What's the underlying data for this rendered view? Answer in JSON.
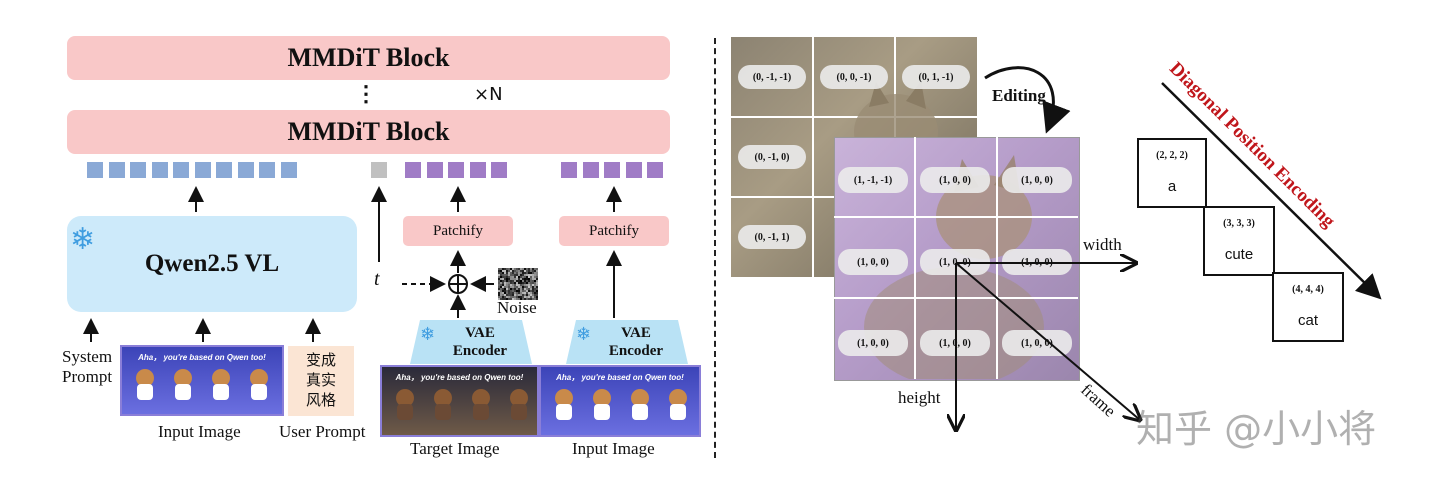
{
  "left_panel": {
    "mmdit_top": "MMDiT Block",
    "repeat_dots": "⋮",
    "repeat_label": "×N",
    "mmdit_bottom": "MMDiT Block",
    "qwen_label": "Qwen2.5 VL",
    "timestep_label": "t",
    "noise_label": "Noise",
    "patchify_1": "Patchify",
    "patchify_2": "Patchify",
    "vae_1": "VAE\nEncoder",
    "vae_2": "VAE\nEncoder",
    "system_prompt": "System\nPrompt",
    "user_prompt_text": "变成\n真实\n风格",
    "caption_input_image_1": "Input Image",
    "caption_user_prompt": "User Prompt",
    "caption_target_image": "Target Image",
    "caption_input_image_2": "Input Image",
    "banner_text": "Aha， you're based on Qwen too!",
    "colors": {
      "block_pink": "#f9c8c8",
      "token_blue": "#8aa9d6",
      "token_purple": "#a07cc6",
      "qwen_blue": "#cdeafa",
      "vae_blue": "#b9e2f5"
    }
  },
  "right_panel": {
    "editing_label": "Editing",
    "width_label": "width",
    "height_label": "height",
    "frame_label": "frame",
    "back_grid_positions": [
      "(0, -1, -1)",
      "(0, 0, -1)",
      "(0, 1, -1)",
      "(0, -1, 0)",
      "(0, -1, 1)"
    ],
    "front_grid_positions": [
      [
        "(1, -1, -1)",
        "(1, 0, 0)",
        "(1, 0, 0)"
      ],
      [
        "(1, 0, 0)",
        "(1, 0, 0)",
        "(1, 0, 0)"
      ],
      [
        "(1, 0, 0)",
        "(1, 0, 0)",
        "(1, 0, 0)"
      ]
    ],
    "diagonal_title": "Diagonal Position Encoding",
    "diagonal_items": [
      {
        "coord": "(2, 2, 2)",
        "word": "a"
      },
      {
        "coord": "(3, 3, 3)",
        "word": "cute"
      },
      {
        "coord": "(4, 4, 4)",
        "word": "cat"
      }
    ],
    "watermark": "知乎 @小小将",
    "colors": {
      "title_red": "#c0161b"
    }
  }
}
